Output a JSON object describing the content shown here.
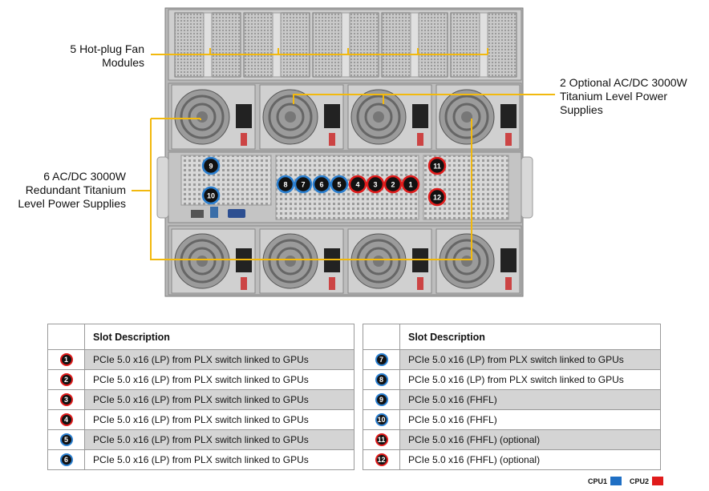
{
  "callouts": {
    "fans": [
      "5 Hot-plug Fan",
      "Modules"
    ],
    "optional_psu": [
      "2 Optional AC/DC 3000W",
      "Titanium Level Power",
      "Supplies"
    ],
    "redundant_psu": [
      "6 AC/DC 3000W",
      "Redundant Titanium",
      "Level Power Supplies"
    ]
  },
  "slot_badges": [
    "1",
    "2",
    "3",
    "4",
    "5",
    "6",
    "7",
    "8",
    "9",
    "10",
    "11",
    "12"
  ],
  "table_left": {
    "header": "Slot Description",
    "rows": [
      {
        "num": "1",
        "cpu": "cpu2",
        "desc": "PCIe 5.0 x16 (LP) from PLX switch linked to GPUs"
      },
      {
        "num": "2",
        "cpu": "cpu2",
        "desc": "PCIe 5.0 x16 (LP) from PLX switch linked to GPUs"
      },
      {
        "num": "3",
        "cpu": "cpu2",
        "desc": "PCIe 5.0 x16 (LP) from PLX switch linked to GPUs"
      },
      {
        "num": "4",
        "cpu": "cpu2",
        "desc": "PCIe 5.0 x16 (LP) from PLX switch linked to GPUs"
      },
      {
        "num": "5",
        "cpu": "cpu1",
        "desc": "PCIe 5.0 x16 (LP) from PLX switch linked to GPUs"
      },
      {
        "num": "6",
        "cpu": "cpu1",
        "desc": "PCIe 5.0 x16 (LP) from PLX switch linked to GPUs"
      }
    ]
  },
  "table_right": {
    "header": "Slot Description",
    "rows": [
      {
        "num": "7",
        "cpu": "cpu1",
        "desc": "PCIe 5.0 x16 (LP) from PLX switch linked to GPUs"
      },
      {
        "num": "8",
        "cpu": "cpu1",
        "desc": "PCIe 5.0 x16 (LP) from PLX switch linked to GPUs"
      },
      {
        "num": "9",
        "cpu": "cpu1",
        "desc": "PCIe 5.0 x16 (FHFL)"
      },
      {
        "num": "10",
        "cpu": "cpu1",
        "desc": "PCIe 5.0 x16 (FHFL)"
      },
      {
        "num": "11",
        "cpu": "cpu2",
        "desc": "PCIe 5.0 x16 (FHFL) (optional)"
      },
      {
        "num": "12",
        "cpu": "cpu2",
        "desc": "PCIe 5.0 x16 (FHFL) (optional)"
      }
    ]
  },
  "legend": {
    "cpu1_label": "CPU1",
    "cpu2_label": "CPU2",
    "cpu1_color": "#1f6fc4",
    "cpu2_color": "#e01b1b"
  }
}
